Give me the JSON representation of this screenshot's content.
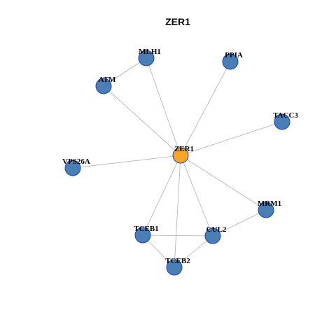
{
  "title": "ZER1",
  "colors": {
    "hub": "#f5a623",
    "node": "#4a7fb5",
    "node_border": "#1f3fbf",
    "edge": "#b0b0b0"
  },
  "nodes": [
    {
      "id": "ZER1",
      "label": "ZER1",
      "role": "hub"
    },
    {
      "id": "MLH1",
      "label": "MLH1",
      "role": "neighbor"
    },
    {
      "id": "PPIA",
      "label": "PPIA",
      "role": "neighbor"
    },
    {
      "id": "ATM",
      "label": "ATM",
      "role": "neighbor"
    },
    {
      "id": "TACC3",
      "label": "TACC3",
      "role": "neighbor"
    },
    {
      "id": "VPS26A",
      "label": "VPS26A",
      "role": "neighbor"
    },
    {
      "id": "MRM1",
      "label": "MRM1",
      "role": "neighbor"
    },
    {
      "id": "TCEB1",
      "label": "TCEB1",
      "role": "neighbor"
    },
    {
      "id": "CUL2",
      "label": "CUL2",
      "role": "neighbor"
    },
    {
      "id": "TCEB2",
      "label": "TCEB2",
      "role": "neighbor"
    }
  ],
  "edges": [
    [
      "ZER1",
      "MLH1"
    ],
    [
      "ZER1",
      "PPIA"
    ],
    [
      "ZER1",
      "ATM"
    ],
    [
      "ZER1",
      "TACC3"
    ],
    [
      "ZER1",
      "VPS26A"
    ],
    [
      "ZER1",
      "MRM1"
    ],
    [
      "ZER1",
      "TCEB1"
    ],
    [
      "ZER1",
      "CUL2"
    ],
    [
      "ZER1",
      "TCEB2"
    ],
    [
      "ATM",
      "MLH1"
    ],
    [
      "TCEB1",
      "CUL2"
    ],
    [
      "TCEB1",
      "TCEB2"
    ],
    [
      "CUL2",
      "TCEB2"
    ],
    [
      "CUL2",
      "MRM1"
    ]
  ]
}
